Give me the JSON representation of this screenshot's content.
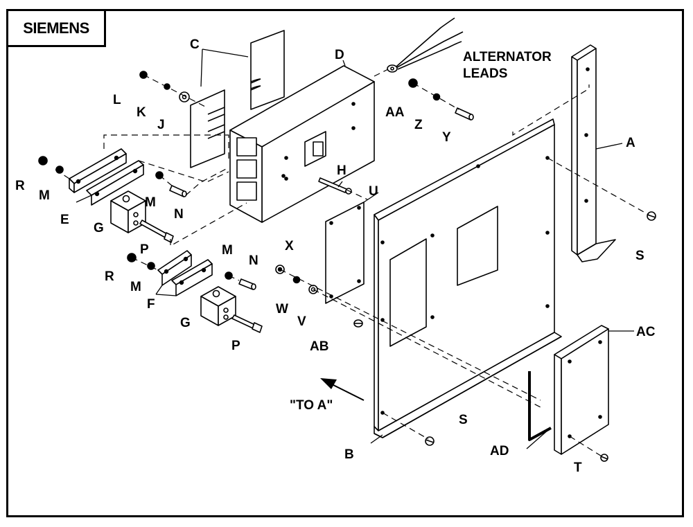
{
  "brand": "SIEMENS",
  "labels": {
    "A": "A",
    "B": "B",
    "C": "C",
    "D": "D",
    "E": "E",
    "F": "F",
    "G1": "G",
    "G2": "G",
    "H": "H",
    "J": "J",
    "K": "K",
    "L": "L",
    "M1": "M",
    "M2": "M",
    "M3": "M",
    "M4": "M",
    "N1": "N",
    "N2": "N",
    "P1": "P",
    "P2": "P",
    "R1": "R",
    "R2": "R",
    "S1": "S",
    "S2": "S",
    "T": "T",
    "U": "U",
    "V": "V",
    "W": "W",
    "X": "X",
    "Y": "Y",
    "Z": "Z",
    "AA": "AA",
    "AB": "AB",
    "AC": "AC",
    "AD": "AD"
  },
  "captions": {
    "leads_line1": "ALTERNATOR",
    "leads_line2": "LEADS",
    "to_a": "\"TO A\""
  }
}
